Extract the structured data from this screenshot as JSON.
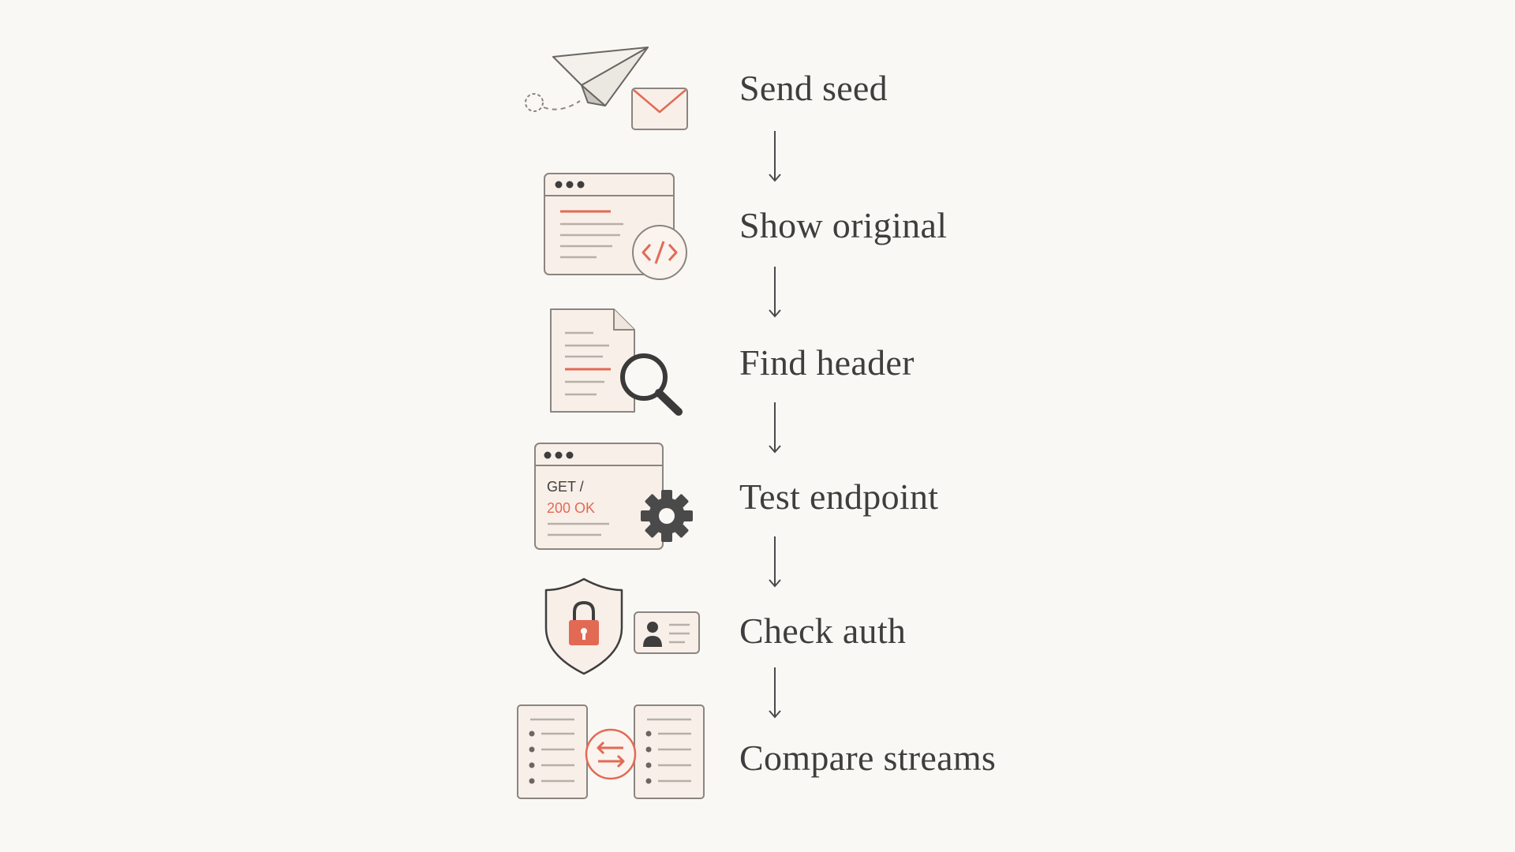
{
  "steps": [
    {
      "label": "Send seed",
      "icon": "paper-plane-envelope-icon"
    },
    {
      "label": "Show original",
      "icon": "browser-code-icon"
    },
    {
      "label": "Find header",
      "icon": "document-search-icon"
    },
    {
      "label": "Test endpoint",
      "icon": "http-request-gear-icon"
    },
    {
      "label": "Check auth",
      "icon": "shield-lock-id-card-icon"
    },
    {
      "label": "Compare streams",
      "icon": "compare-lists-icon"
    }
  ],
  "endpoint_icon": {
    "request": "GET /",
    "response": "200 OK"
  },
  "colors": {
    "background": "#faf8f4",
    "ink": "#3e3e3e",
    "accent": "#e26a55",
    "panel": "#f8efe8",
    "stroke": "#8a8580"
  }
}
